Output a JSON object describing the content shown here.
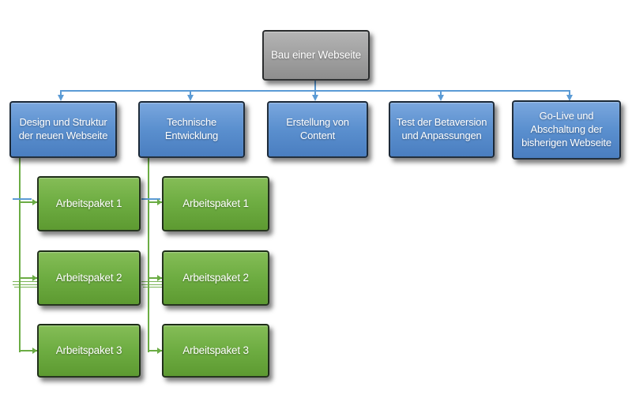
{
  "diagram": {
    "title_node": {
      "label": "Bau einer Webseite"
    },
    "phases": [
      {
        "label": "Design und Struktur\nder neuen Webseite",
        "packages": [
          "Arbeitspaket 1",
          "Arbeitspaket 2",
          "Arbeitspaket 3"
        ]
      },
      {
        "label": "Technische\nEntwicklung",
        "packages": [
          "Arbeitspaket 1",
          "Arbeitspaket 2",
          "Arbeitspaket 3"
        ]
      },
      {
        "label": "Erstellung von\nContent",
        "packages": []
      },
      {
        "label": "Test der Betaversion\nund Anpassungen",
        "packages": []
      },
      {
        "label": "Go-Live und\nAbschaltung der\nbisherigen Webseite",
        "packages": []
      }
    ],
    "colors": {
      "blueTop": "#7aa7de",
      "blueMid": "#5b90cf",
      "blueBottom": "#4a7ec0",
      "greenTop": "#85bd57",
      "greenMid": "#6ead42",
      "greenBottom": "#5d9a31",
      "grayTop": "#b4b4b4",
      "grayBottom": "#8e8e8e",
      "lineBlue": "#5b9bd5",
      "lineGreen": "#6bac44"
    }
  }
}
